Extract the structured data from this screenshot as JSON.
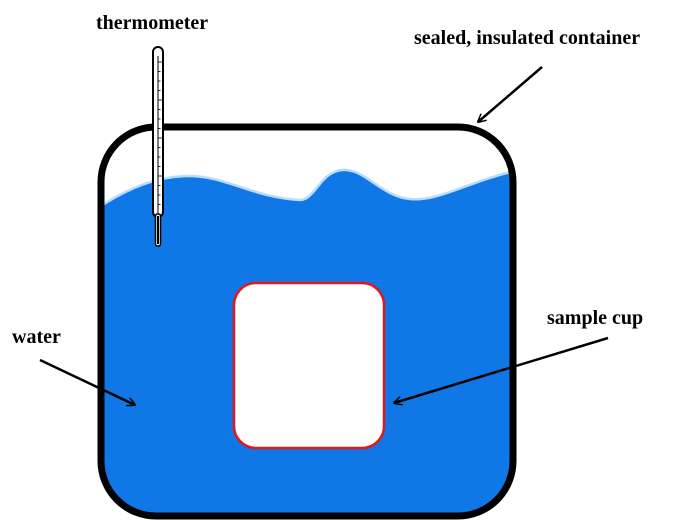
{
  "labels": {
    "thermometer": "thermometer",
    "container": "sealed, insulated container",
    "sample_cup": "sample cup",
    "water": "water"
  },
  "colors": {
    "water": "#0f78e6",
    "water_highlight": "#b9dcff",
    "container_outline": "#000000",
    "cup_outline": "#e3161b",
    "cup_fill": "#ffffff",
    "background": "#ffffff"
  }
}
